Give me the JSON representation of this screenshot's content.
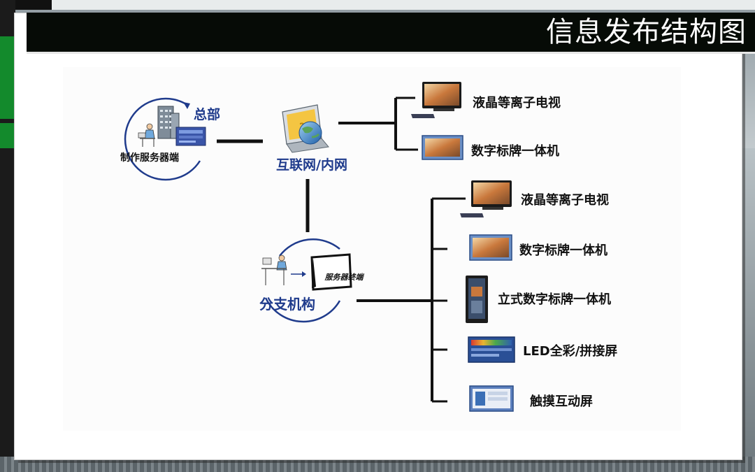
{
  "header": {
    "title": "信息发布结构图"
  },
  "headquarters": {
    "label": "总部",
    "sublabel": "制作服务器端"
  },
  "network": {
    "label": "互联网/内网"
  },
  "branch": {
    "label": "分支机构",
    "terminal_label": "服务器终端"
  },
  "hq_devices": [
    {
      "label": "液晶等离子电视",
      "icon": "tv-with-player-icon"
    },
    {
      "label": "数字标牌一体机",
      "icon": "signage-screen-icon"
    }
  ],
  "branch_devices": [
    {
      "label": "液晶等离子电视",
      "icon": "tv-with-player-icon"
    },
    {
      "label": "数字标牌一体机",
      "icon": "signage-screen-icon"
    },
    {
      "label": "立式数字标牌一体机",
      "icon": "standing-kiosk-icon"
    },
    {
      "label": "LED全彩/拼接屏",
      "icon": "led-wall-icon"
    },
    {
      "label": "触摸互动屏",
      "icon": "touch-screen-icon"
    }
  ],
  "colors": {
    "header_bg": "#060b06",
    "accent_green": "#138a2c",
    "connector": "#111111",
    "circle_arc": "#1f3b8c"
  }
}
